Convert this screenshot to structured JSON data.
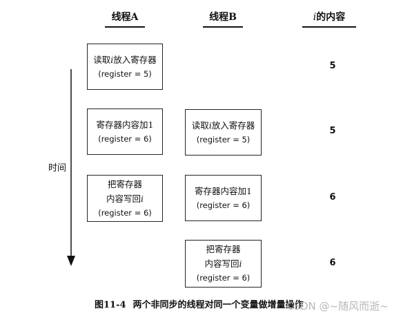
{
  "headers": {
    "thread_a": "线程A",
    "thread_b": "线程B",
    "contents_var": "i",
    "contents_suffix": "的内容"
  },
  "time_label": "时间",
  "boxes": {
    "a1": {
      "line1_prefix": "读取",
      "line1_var": "i",
      "line1_suffix": "放入寄存器",
      "line2": "(register = 5)"
    },
    "a2": {
      "line1": "寄存器内容加1",
      "line2": "(register = 6)"
    },
    "a3": {
      "line1": "把寄存器",
      "line2_prefix": "内容写回",
      "line2_var": "i",
      "line3": "(register = 6)"
    },
    "b1": {
      "line1_prefix": "读取",
      "line1_var": "i",
      "line1_suffix": "放入寄存器",
      "line2": "(register = 5)"
    },
    "b2": {
      "line1": "寄存器内容加1",
      "line2": "(register = 6)"
    },
    "b3": {
      "line1": "把寄存器",
      "line2_prefix": "内容写回",
      "line2_var": "i",
      "line3": "(register = 6)"
    }
  },
  "values": [
    "5",
    "5",
    "6",
    "6"
  ],
  "caption": {
    "figure": "图11-4",
    "text": "两个非同步的线程对同一个变量做增量操作"
  },
  "watermark": "CSDN @~随风而逝~"
}
